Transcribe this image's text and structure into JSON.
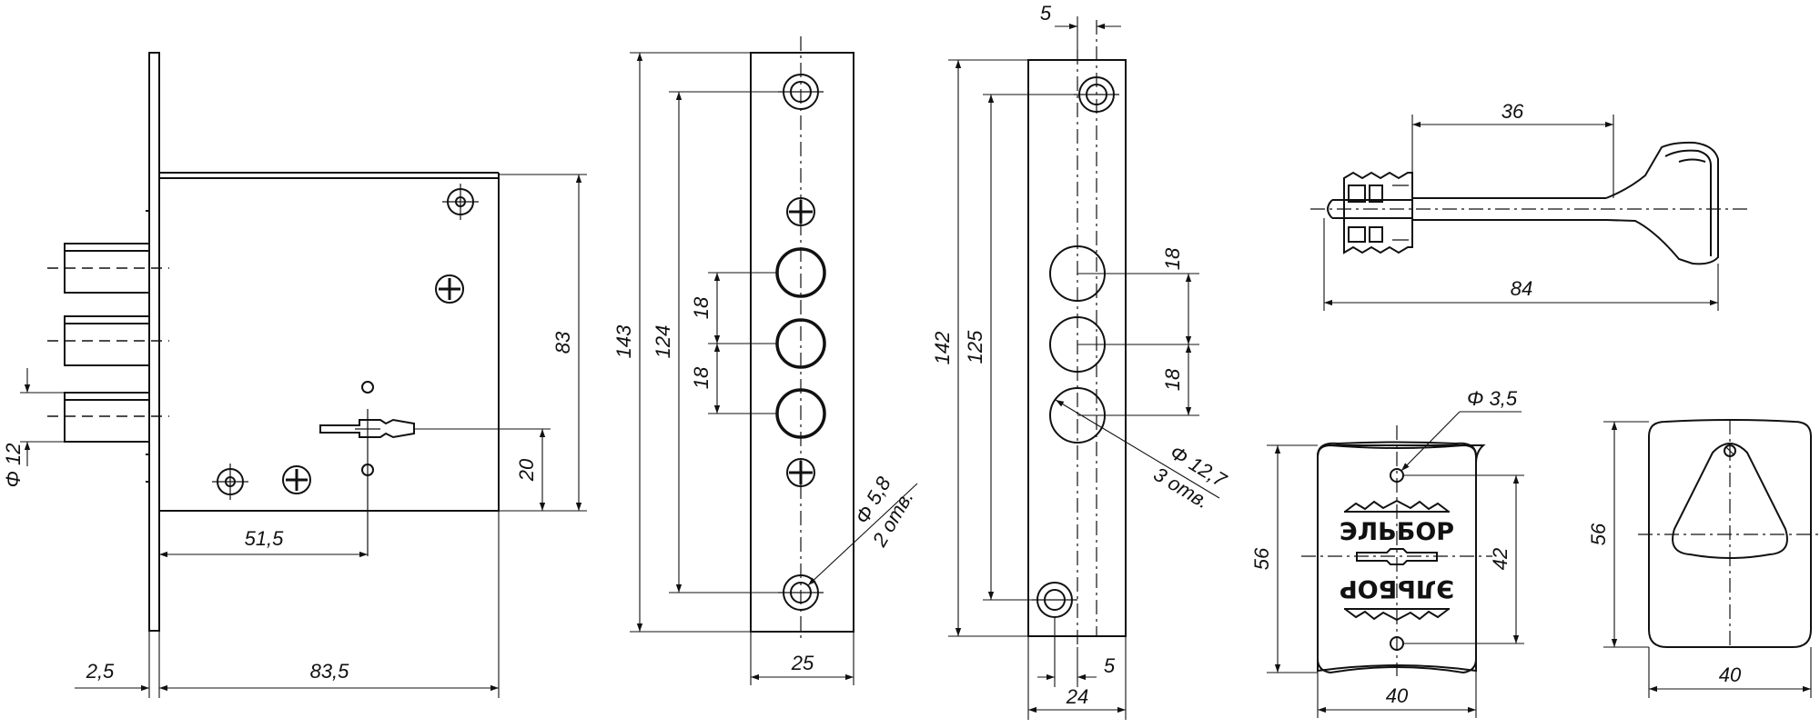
{
  "brand": "ЭЛЬБОР",
  "lock_view": {
    "dim_cylinder": "Φ 12",
    "dim_backset": "51,5",
    "dim_keyhole": "20",
    "dim_height": "83",
    "dim_plate": "2,5",
    "dim_depth": "83,5"
  },
  "front_plate": {
    "dim_overall": "143",
    "dim_mount": "124",
    "dim_bolt_pitch_1": "18",
    "dim_bolt_pitch_2": "18",
    "dim_hole_dia": "Φ 5,8",
    "dim_hole_count": "2 отв.",
    "dim_width": "25"
  },
  "strike_plate": {
    "dim_top_offset": "5",
    "dim_overall": "142",
    "dim_mount": "125",
    "dim_pitch_1": "18",
    "dim_pitch_2": "18",
    "dim_hole_dia": "Φ 12,7",
    "dim_hole_count": "3 отв.",
    "dim_bottom_offset": "5",
    "dim_width": "24"
  },
  "key": {
    "dim_blade": "36",
    "dim_length": "84"
  },
  "escutcheon_front": {
    "dim_hole_dia": "Φ 3,5",
    "dim_height": "56",
    "dim_hole_pitch": "42",
    "dim_width": "40"
  },
  "escutcheon_back": {
    "dim_height": "56",
    "dim_width": "40"
  }
}
